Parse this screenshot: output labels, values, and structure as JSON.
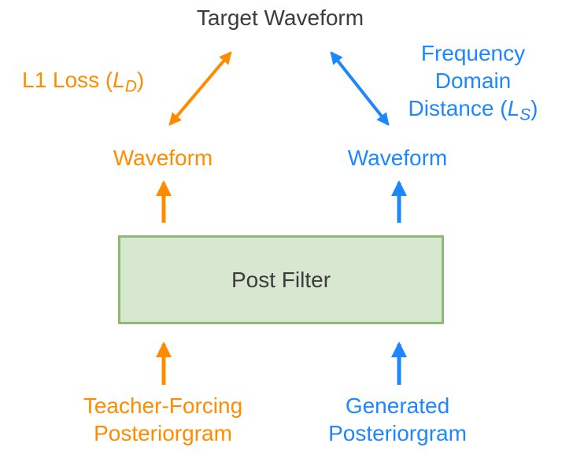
{
  "diagram": {
    "title": "Post filter training diagram",
    "colors": {
      "bg": "#ffffff",
      "orange": "#ff8c00",
      "blue": "#1e87ff",
      "gray": "#3c3c3e",
      "box-fill": "#d8e7cf",
      "box-border": "#8ebb73"
    },
    "labels": {
      "target_waveform": "Target Waveform",
      "l1_loss": {
        "prefix": "L1 Loss (",
        "var": "L",
        "sub": "D",
        "suffix": ")"
      },
      "frequency_domain_distance": {
        "line1": "Frequency",
        "line2": "Domain",
        "line3_prefix": "Distance (",
        "var": "L",
        "sub": "S",
        "suffix": ")"
      },
      "waveform_left": "Waveform",
      "waveform_right": "Waveform",
      "post_filter": "Post Filter",
      "teacher_forcing": {
        "line1": "Teacher-Forcing",
        "line2": "Posteriorgram"
      },
      "generated": {
        "line1": "Generated",
        "line2": "Posteriorgram"
      }
    },
    "edges": [
      {
        "from": "waveform-left",
        "to": "target-waveform",
        "color": "orange",
        "bidirectional": true,
        "meaning": "L1 Loss (L_D)"
      },
      {
        "from": "waveform-right",
        "to": "target-waveform",
        "color": "blue",
        "bidirectional": true,
        "meaning": "Frequency Domain Distance (L_S)"
      },
      {
        "from": "post-filter",
        "to": "waveform-left",
        "color": "orange",
        "bidirectional": false
      },
      {
        "from": "post-filter",
        "to": "waveform-right",
        "color": "blue",
        "bidirectional": false
      },
      {
        "from": "teacher-forcing-posteriorgram",
        "to": "post-filter",
        "color": "orange",
        "bidirectional": false
      },
      {
        "from": "generated-posteriorgram",
        "to": "post-filter",
        "color": "blue",
        "bidirectional": false
      }
    ]
  }
}
